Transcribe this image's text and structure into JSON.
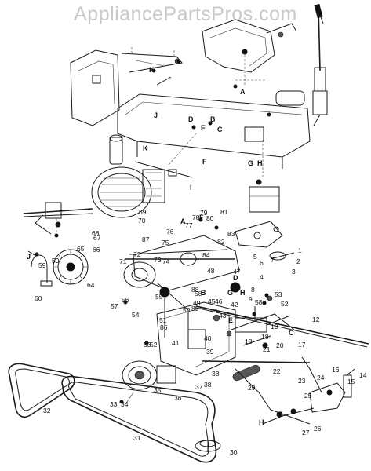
{
  "watermark": "AppliancePartsPros.com",
  "reference_letters": [
    "K",
    "K",
    "A",
    "J",
    "D",
    "B",
    "E",
    "C",
    "F",
    "G",
    "H",
    "I",
    "A",
    "F",
    "G",
    "H",
    "E",
    "B",
    "D",
    "C",
    "G",
    "H",
    "J"
  ],
  "part_numbers": [
    "1",
    "2",
    "3",
    "4",
    "5",
    "6",
    "7",
    "8",
    "9",
    "12",
    "14",
    "15",
    "16",
    "17",
    "18",
    "18",
    "19",
    "20",
    "21",
    "22",
    "23",
    "24",
    "25",
    "26",
    "27",
    "29",
    "30",
    "31",
    "32",
    "33",
    "34",
    "35",
    "36",
    "37",
    "38",
    "38",
    "39",
    "40",
    "41",
    "42",
    "43",
    "44",
    "45",
    "46",
    "47",
    "48",
    "49",
    "50",
    "51",
    "52",
    "52",
    "53",
    "53",
    "54",
    "55",
    "56",
    "57",
    "58",
    "58",
    "59",
    "59",
    "60",
    "64",
    "65",
    "66",
    "67",
    "68",
    "69",
    "70",
    "71",
    "72",
    "73",
    "74",
    "75",
    "76",
    "77",
    "78",
    "79",
    "80",
    "81",
    "82",
    "83",
    "84",
    "85",
    "86",
    "87",
    "88"
  ],
  "colors": {
    "ink": "#111111",
    "watermark": "#c9c9c9",
    "background": "#ffffff"
  }
}
